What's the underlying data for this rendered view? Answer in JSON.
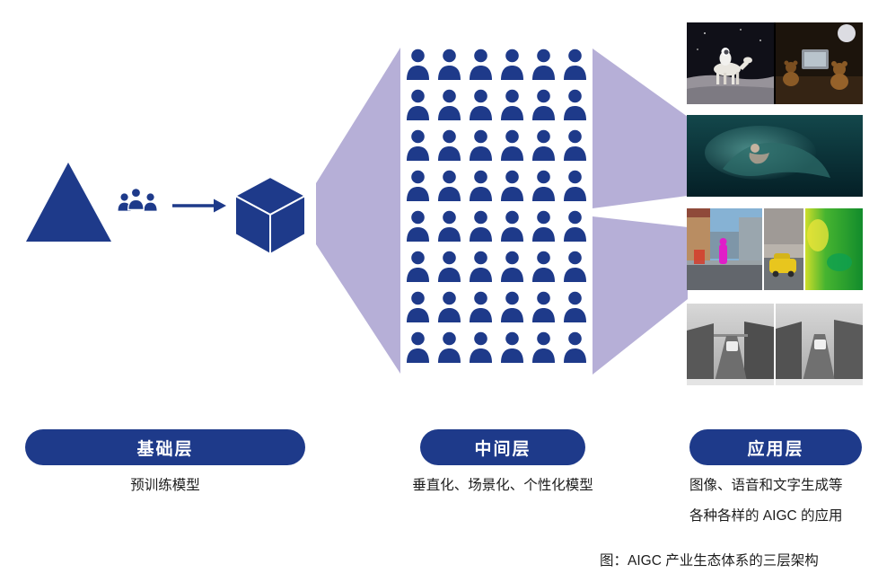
{
  "figure": {
    "caption": "图：AIGC 产业生态体系的三层架构"
  },
  "colors": {
    "primary": "#1e3a8a",
    "funnel": "#b6afd7"
  },
  "crowd": {
    "rows": 8,
    "cols": 6
  },
  "layers": [
    {
      "id": "foundation",
      "label": "基础层",
      "description": "预训练模型"
    },
    {
      "id": "middle",
      "label": "中间层",
      "description": "垂直化、场景化、个性化模型"
    },
    {
      "id": "application",
      "label": "应用层",
      "description_lines": [
        "图像、语音和文字生成等",
        "各种各样的 AIGC 的应用"
      ]
    }
  ],
  "icons": {
    "pyramid": "pyramid-triangle-icon",
    "users": "user-group-icon",
    "arrow": "right-arrow-icon",
    "cube": "model-cube-icon",
    "person": "person-icon",
    "funnel": "funnel-shape",
    "wedges": "converging-wedge-shapes"
  },
  "app_images": [
    {
      "name": "astronaut-horse-and-bears-image"
    },
    {
      "name": "underwater-figure-image"
    },
    {
      "name": "street-segmentation-image"
    },
    {
      "name": "autonomous-driving-image"
    }
  ]
}
